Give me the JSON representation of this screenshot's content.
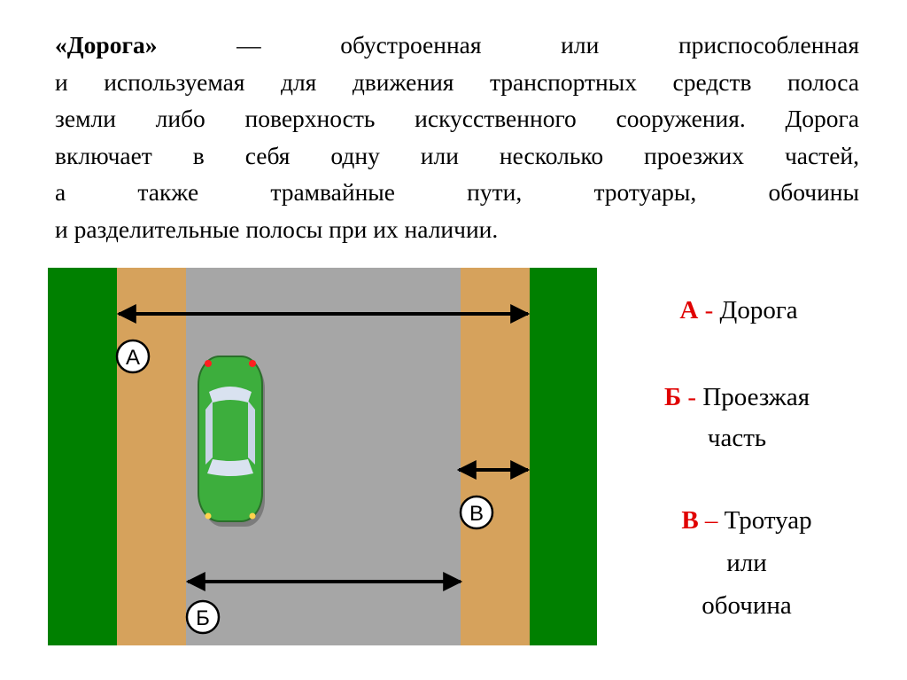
{
  "definition": {
    "term": "«Дорога»",
    "lines": [
      [
        "—",
        "обустроенная",
        "или",
        "приспособленная"
      ],
      "и используемая для движения транспортных средств полоса",
      "земли либо поверхность искусственного сооружения. Дорога",
      "включает в себя одну или несколько проезжих частей,",
      "а также трамвайные пути, тротуары, обочины",
      "и разделительные полосы при их наличии."
    ]
  },
  "diagram": {
    "markers": {
      "a": "А",
      "b": "В",
      "c": "Б"
    },
    "colors": {
      "verge": "#008000",
      "sidewalk": "#d6a25c",
      "roadway": "#a6a6a6",
      "car": "#3dae3d"
    }
  },
  "legend": {
    "a": {
      "letter": "А",
      "sep": "-",
      "text": "Дорога"
    },
    "b": {
      "letter": "Б",
      "sep": "-",
      "text1": "Проезжая",
      "text2": "часть"
    },
    "c": {
      "letter": "В",
      "sep": "–",
      "text1": "Тротуар",
      "text2": "или",
      "text3": "обочина"
    }
  }
}
